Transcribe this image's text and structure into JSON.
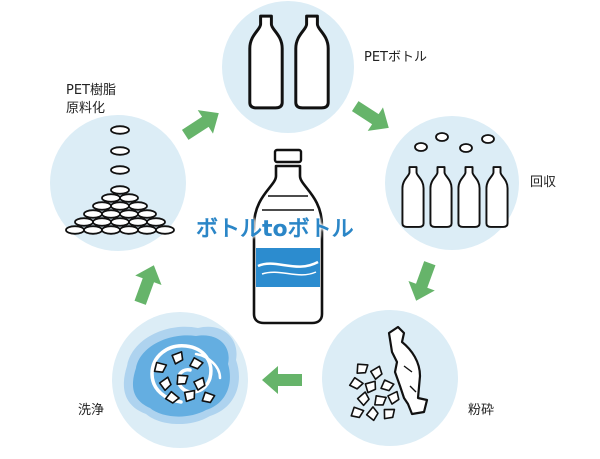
{
  "title": "ボトルtoボトル",
  "stages": [
    {
      "id": "pet-bottles",
      "label_lines": [
        "PETボトル"
      ]
    },
    {
      "id": "collection",
      "label_lines": [
        "回収"
      ]
    },
    {
      "id": "crushing",
      "label_lines": [
        "粉砕"
      ]
    },
    {
      "id": "washing",
      "label_lines": [
        "洗浄"
      ]
    },
    {
      "id": "resin",
      "label_lines": [
        "PET樹脂",
        "原料化"
      ]
    }
  ],
  "colors": {
    "circle_fill": "#dcedf6",
    "arrow": "#66b46a",
    "title": "#2b86c7",
    "label_band": "#2c8ccf",
    "wash_outer": "#aed3ef",
    "wash_inner": "#64aee1"
  },
  "icons": [
    "bottle-icon",
    "bottle-cap-icon",
    "crushed-bottle-icon",
    "flake-icon",
    "pellet-pile-icon",
    "swirl-icon",
    "arrow-icon"
  ]
}
